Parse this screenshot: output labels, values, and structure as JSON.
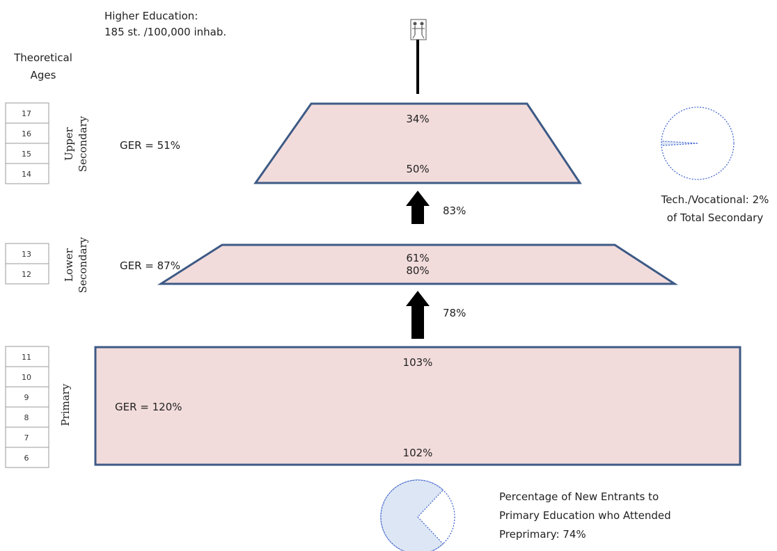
{
  "higher_education": {
    "title": "Higher Education:",
    "value": "185 st. /100,000 inhab."
  },
  "theoretical_ages": {
    "line1": "Theoretical",
    "line2": "Ages"
  },
  "upper_secondary": {
    "label_line1": "Upper",
    "label_line2": "Secondary",
    "ger": "GER = 51%",
    "top_pct": "34%",
    "bottom_pct": "50%",
    "ages": [
      "17",
      "16",
      "15",
      "14"
    ]
  },
  "lower_secondary": {
    "label_line1": "Lower",
    "label_line2": "Secondary",
    "ger": "GER = 87%",
    "top_pct": "61%",
    "bottom_pct": "80%",
    "ages": [
      "13",
      "12"
    ]
  },
  "primary": {
    "label": "Primary",
    "ger": "GER = 120%",
    "top_pct": "103%",
    "bottom_pct": "102%",
    "ages": [
      "11",
      "10",
      "9",
      "8",
      "7",
      "6"
    ]
  },
  "transitions": {
    "lower_to_upper": "83%",
    "primary_to_lower": "78%"
  },
  "tech_vocational": {
    "line1": "Tech./Vocational: 2%",
    "line2": "of Total Secondary",
    "share": 0.02
  },
  "preprimary": {
    "line1": "Percentage of New Entrants to",
    "line2": "Primary Education who Attended",
    "line3": "Preprimary: 74%",
    "share": 0.74
  },
  "colors": {
    "fill": "#f2dcdb",
    "border": "#3d5a86",
    "pie_fill": "#dce6f4",
    "pie_border": "#3a5fcd",
    "arrow": "#000000"
  }
}
